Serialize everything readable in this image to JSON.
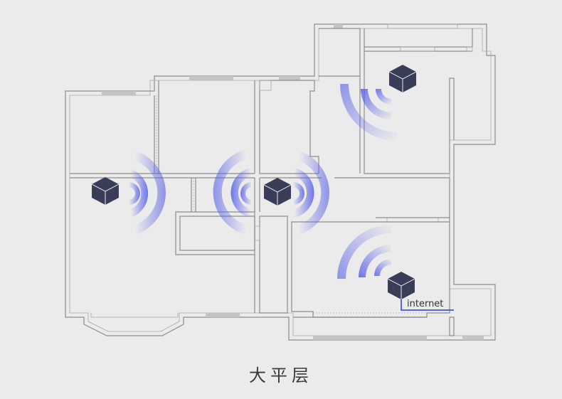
{
  "caption": "大平层",
  "internet_label": "internet",
  "colors": {
    "background": "#ebebeb",
    "wall": "#8d8d8d",
    "router": "#3a3d58",
    "router_edge": "#ffffff",
    "signal": "#5a62e6",
    "cable": "#5a62e6"
  },
  "icons": [
    "router-icon",
    "wifi-signal-icon"
  ],
  "routers": [
    {
      "name": "router-top-right"
    },
    {
      "name": "router-left"
    },
    {
      "name": "router-center"
    },
    {
      "name": "router-bottom-right"
    }
  ]
}
